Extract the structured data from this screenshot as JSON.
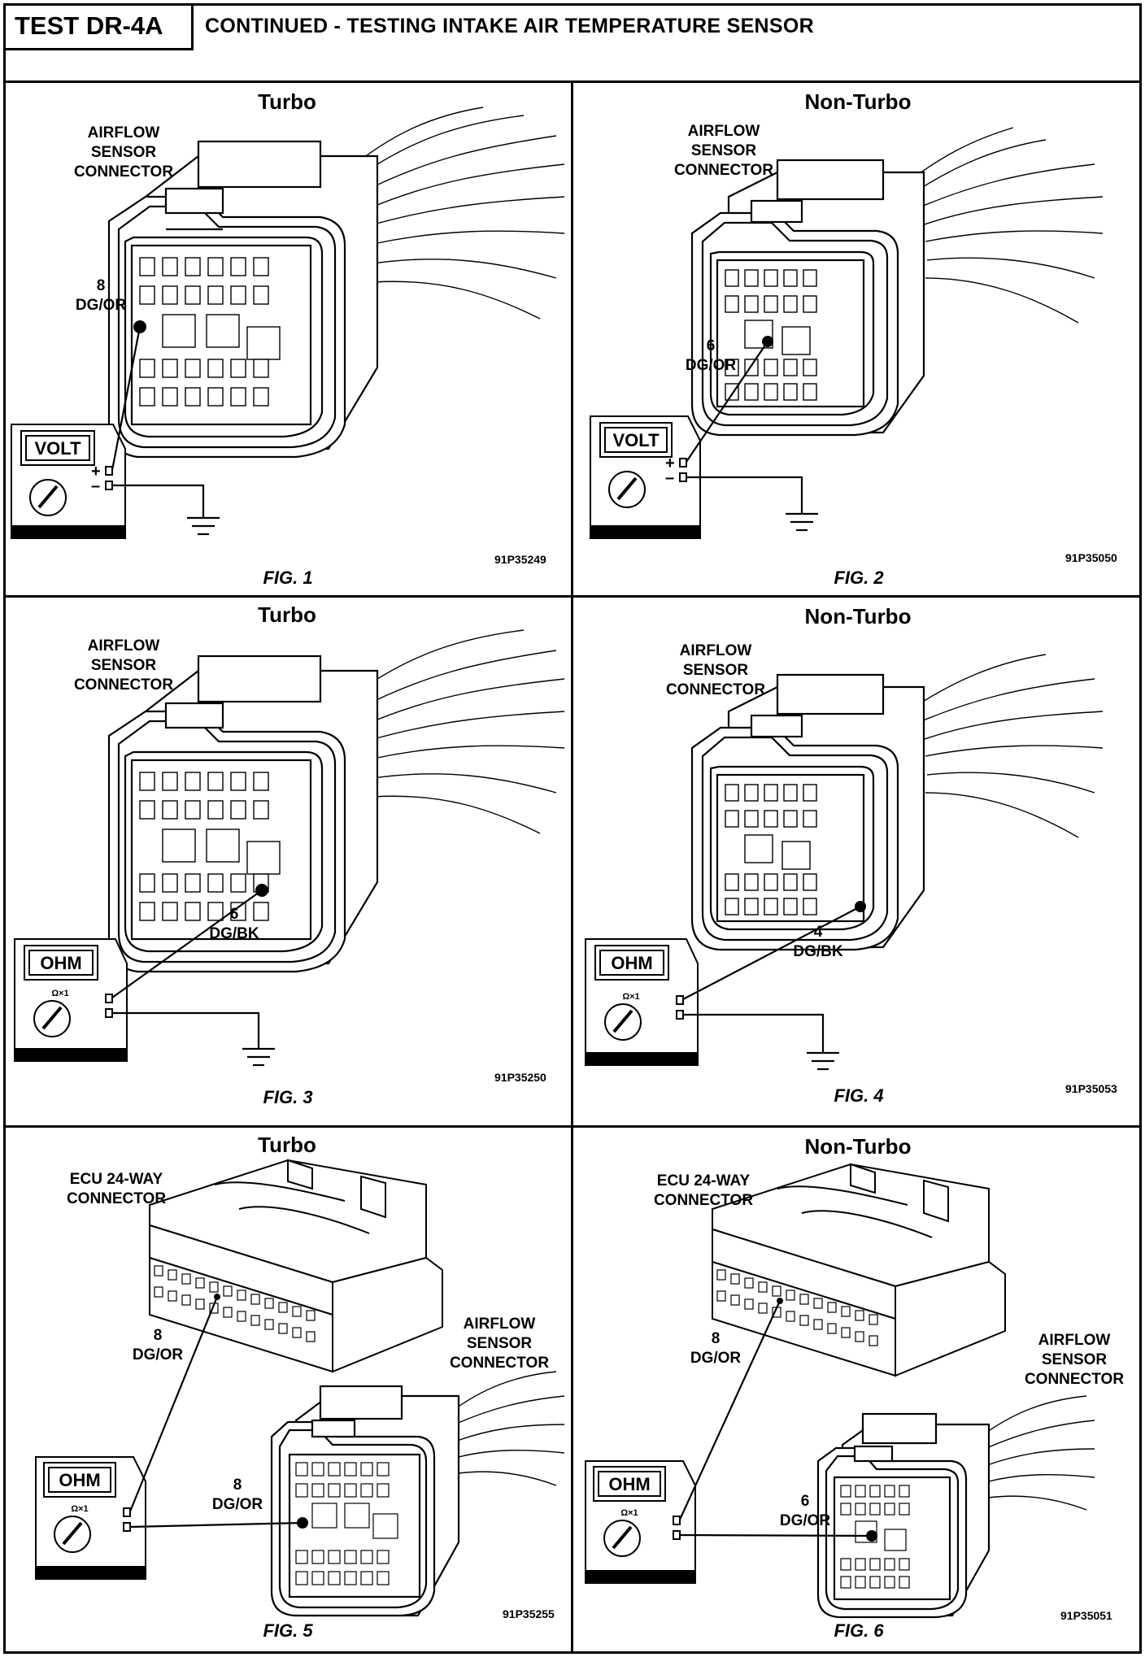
{
  "header": {
    "test_id": "TEST DR-4A",
    "title": "CONTINUED - TESTING INTAKE AIR TEMPERATURE SENSOR"
  },
  "panels": [
    {
      "title": "Turbo",
      "connector_label": "AIRFLOW\nSENSOR\nCONNECTOR",
      "pin_label": "8\nDG/OR",
      "meter": "VOLT",
      "polarity_plus": "+",
      "polarity_minus": "–",
      "code": "91P35249",
      "fig": "FIG. 1"
    },
    {
      "title": "Non-Turbo",
      "connector_label": "AIRFLOW\nSENSOR\nCONNECTOR",
      "pin_label": "6\nDG/OR",
      "meter": "VOLT",
      "polarity_plus": "+",
      "polarity_minus": "–",
      "code": "91P35050",
      "fig": "FIG. 2"
    },
    {
      "title": "Turbo",
      "connector_label": "AIRFLOW\nSENSOR\nCONNECTOR",
      "pin_label": "6\nDG/BK",
      "meter": "OHM",
      "range": "Ω×1",
      "code": "91P35250",
      "fig": "FIG. 3"
    },
    {
      "title": "Non-Turbo",
      "connector_label": "AIRFLOW\nSENSOR\nCONNECTOR",
      "pin_label": "4\nDG/BK",
      "meter": "OHM",
      "range": "Ω×1",
      "code": "91P35053",
      "fig": "FIG. 4"
    },
    {
      "title": "Turbo",
      "ecu_label": "ECU 24-WAY\nCONNECTOR",
      "connector_label": "AIRFLOW\nSENSOR\nCONNECTOR",
      "ecu_pin_label": "8\nDG/OR",
      "pin_label": "8\nDG/OR",
      "meter": "OHM",
      "range": "Ω×1",
      "code": "91P35255",
      "fig": "FIG. 5"
    },
    {
      "title": "Non-Turbo",
      "ecu_label": "ECU 24-WAY\nCONNECTOR",
      "connector_label": "AIRFLOW\nSENSOR\nCONNECTOR",
      "ecu_pin_label": "8\nDG/OR",
      "pin_label": "6\nDG/OR",
      "meter": "OHM",
      "range": "Ω×1",
      "code": "91P35051",
      "fig": "FIG. 6"
    }
  ]
}
